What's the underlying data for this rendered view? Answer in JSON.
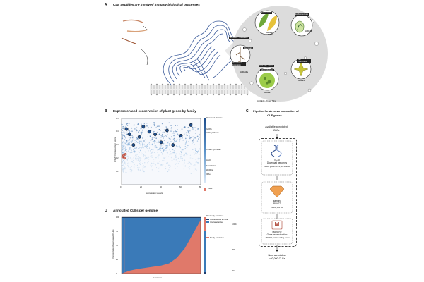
{
  "panel_a": {
    "letter": "A",
    "title": "CLE peptides are involved in many biological processes",
    "labels": {
      "senescence": "Senescence",
      "embryogenesis": "Embryogenesis",
      "nodulation": "MtCLE12 - Nodulation",
      "root_hairs": "Root Hairs",
      "vasculature": "Vasculature Formation",
      "cell_prolif": "Cell Proliferation",
      "stress": "AtCLE25 - Stress",
      "shoot": "Shoot Meristem",
      "pollen": "AtCLE45 - Pollen Tube"
    },
    "genes": {
      "senescence": "AtCLE14 AtCLE42",
      "embryogenesis": "AtCLE8",
      "root": "AtCLE1a",
      "shoot": "AtCLE6",
      "cell": "SlCLV3"
    }
  },
  "panel_b": {
    "letter": "B",
    "title": "Expression and conservation of plant genes by family",
    "legend_cle": "CLEs",
    "families": [
      "Ribosomal Proteins",
      "GPATs",
      "ATP Synthases",
      "Citrate Synthases",
      "AGOs",
      "Ferrodoxins",
      "WCRKs",
      "IDAs"
    ]
  },
  "panel_c": {
    "letter": "C",
    "title_pre": "Pipeline for ",
    "title_em": "de novo",
    "title_post": " annotation of",
    "title_line2": "CLE genes",
    "top_label_1": "Available annotated",
    "top_label_2": "CLEs",
    "step1_name": "NCBI",
    "step1_desc": "Download genomes",
    "step1_detail": "~2,000 genomes ~1,000 species",
    "step2_name": "diamond",
    "step2_desc": "BLAST",
    "step2_detail": "~2,000,000 hits",
    "step3_icon": "M",
    "step3_name": "MAKER2",
    "step3_desc": "Gene reconstruction",
    "step3_detail": "~250,000 protein coding genes",
    "bottom_label_1": "New annotation",
    "bottom_label_2": "~60,000 CLEs"
  },
  "panel_d": {
    "letter": "D",
    "title": "Annotated CLEs per genome",
    "ylabel": "Percentage of annotated CLEs",
    "xlabel": "Genomes",
    "legend_header": "Previously annotated",
    "legend_items": [
      "Characterized as CLE",
      "Uncharacterized",
      "Newly annotated"
    ],
    "right_ticks": [
      "100%",
      "75%",
      "0%"
    ]
  },
  "chart_data": [
    {
      "type": "scatter",
      "xlabel": "Expression Levels",
      "ylabel": "ESM2 Conservation Score",
      "xlim": [
        0,
        80
      ],
      "ylim": [
        0,
        0.5
      ],
      "xticks": [
        "0",
        "20",
        "40",
        "60",
        "80"
      ],
      "yticks": [
        "0.5",
        "0.4",
        "0.3",
        "0.2",
        "0.1"
      ],
      "series": [
        {
          "name": "CLEs",
          "points": [
            [
              2,
              0.22
            ],
            [
              3,
              0.2
            ],
            [
              1,
              0.21
            ],
            [
              4,
              0.23
            ]
          ]
        },
        {
          "points": [
            [
              5,
              0.42
            ],
            [
              8,
              0.38
            ],
            [
              12,
              0.3
            ],
            [
              18,
              0.36
            ],
            [
              22,
              0.44
            ],
            [
              28,
              0.4
            ],
            [
              34,
              0.38
            ],
            [
              40,
              0.32
            ],
            [
              46,
              0.41
            ],
            [
              52,
              0.3
            ],
            [
              60,
              0.37
            ],
            [
              70,
              0.45
            ]
          ]
        }
      ]
    },
    {
      "type": "area",
      "xlabel": "Genomes",
      "ylabel": "Percentage of annotated CLEs",
      "ylim": [
        0,
        100
      ],
      "yticks": [
        "100",
        "75",
        "50",
        "25",
        "0"
      ],
      "series": [
        {
          "name": "Characterized as CLE",
          "values": [
            0,
            0,
            0,
            0,
            0,
            0,
            0,
            0,
            0,
            0,
            0
          ]
        },
        {
          "name": "Uncharacterized",
          "values": [
            100,
            95,
            92,
            90,
            88,
            86,
            82,
            72,
            55,
            30,
            5
          ]
        },
        {
          "name": "Newly annotated",
          "values": [
            0,
            5,
            8,
            10,
            12,
            14,
            18,
            28,
            45,
            70,
            95
          ]
        }
      ]
    }
  ]
}
